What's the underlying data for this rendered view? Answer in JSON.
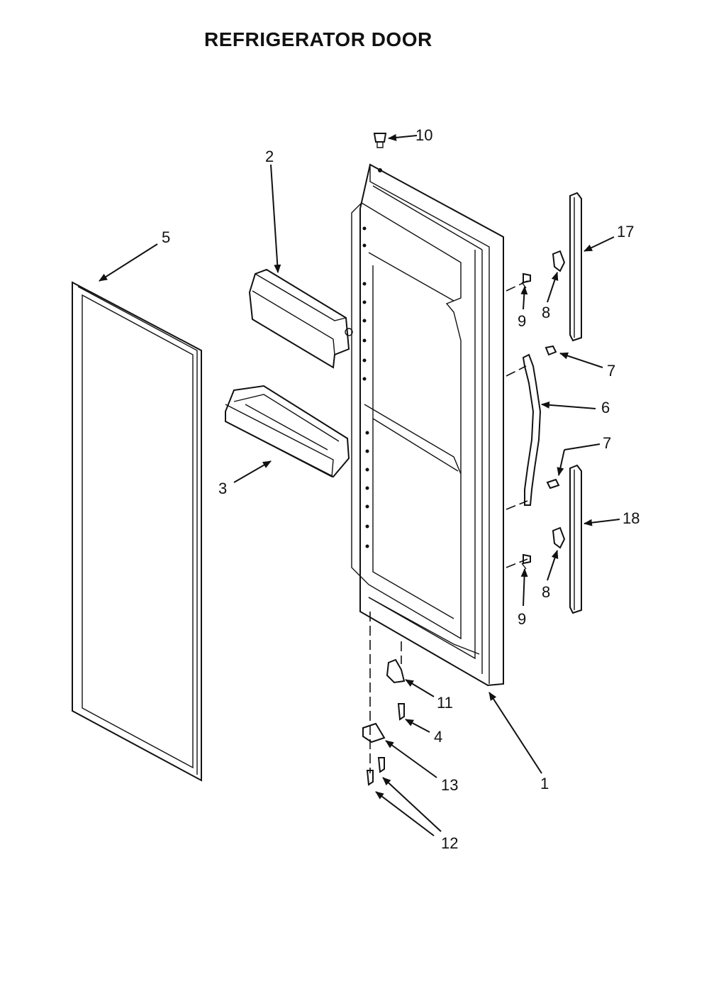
{
  "title": "REFRIGERATOR DOOR",
  "callouts": {
    "c1": "1",
    "c2": "2",
    "c3": "3",
    "c4": "4",
    "c5": "5",
    "c6": "6",
    "c7a": "7",
    "c7b": "7",
    "c8a": "8",
    "c8b": "8",
    "c9a": "9",
    "c9b": "9",
    "c10": "10",
    "c11": "11",
    "c12": "12",
    "c13": "13",
    "c17": "17",
    "c18": "18"
  }
}
